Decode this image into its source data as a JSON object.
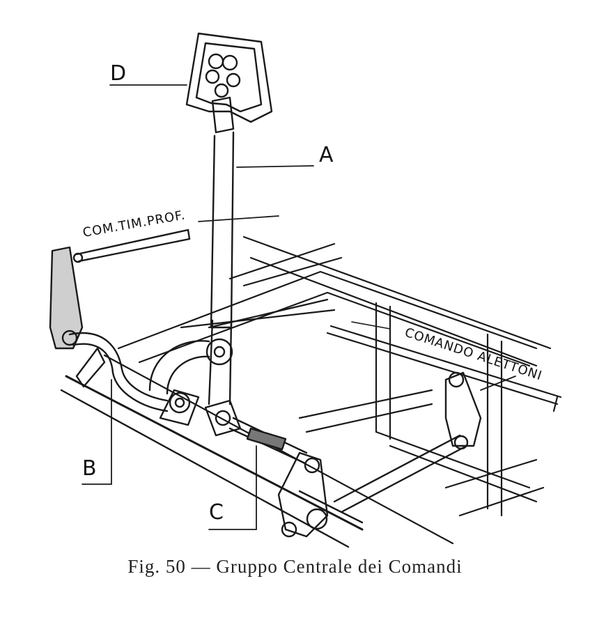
{
  "figure": {
    "callouts": {
      "a": "A",
      "b": "B",
      "c": "C",
      "d": "D"
    },
    "labels": {
      "elevator_control": "COM.TIM.PROF.",
      "aileron_control": "COMANDO ALETTONI"
    },
    "caption": "Fig. 50 — Gruppo Centrale dei Comandi"
  }
}
